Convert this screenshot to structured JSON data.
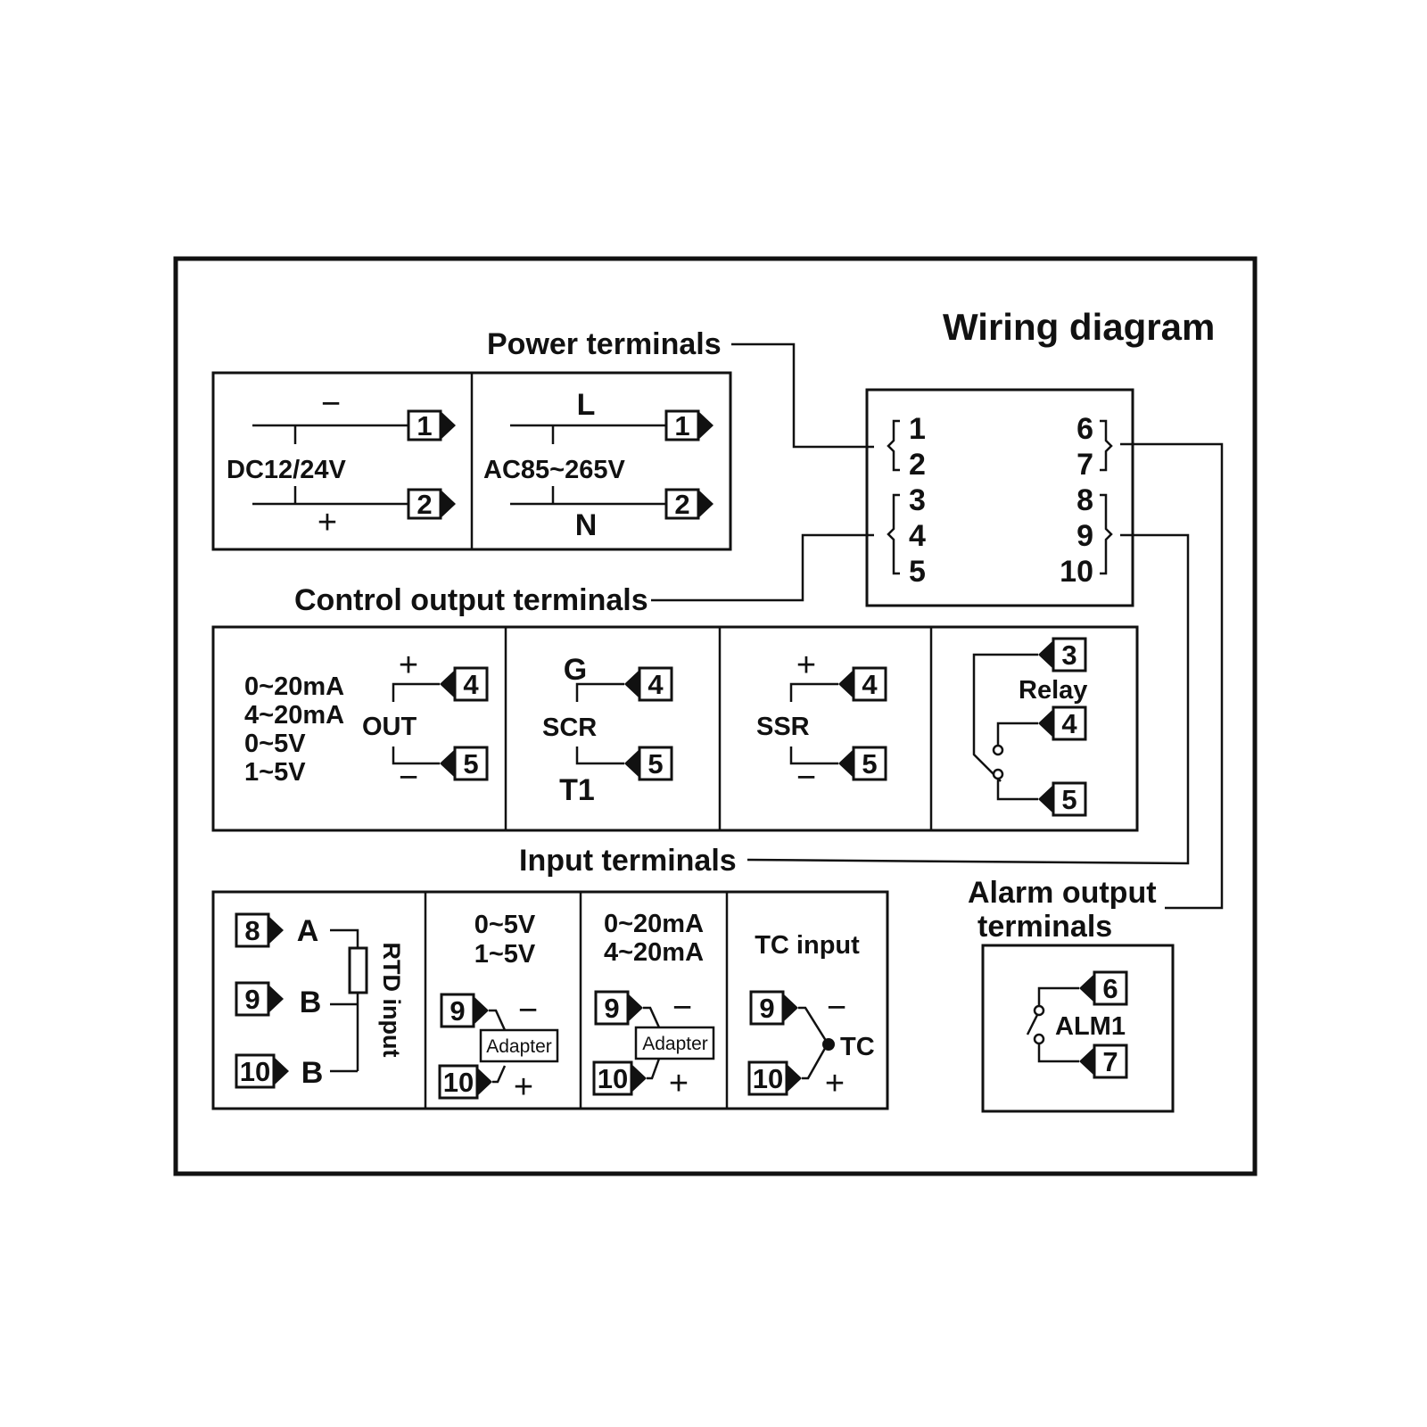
{
  "title": "Wiring diagram",
  "sections": {
    "power": "Power terminals",
    "control": "Control output terminals",
    "input": "Input terminals",
    "alarm_line1": "Alarm output",
    "alarm_line2": "terminals"
  },
  "terminal_block": {
    "left": [
      "1",
      "2",
      "3",
      "4",
      "5"
    ],
    "right": [
      "6",
      "7",
      "8",
      "9",
      "10"
    ]
  },
  "power_dc": {
    "minus": "−",
    "plus": "+",
    "label": "DC12/24V",
    "t1": "1",
    "t2": "2"
  },
  "power_ac": {
    "top": "L",
    "bottom": "N",
    "label": "AC85~265V",
    "t1": "1",
    "t2": "2"
  },
  "control_analog": {
    "ranges": [
      "0~20mA",
      "4~20mA",
      "0~5V",
      "1~5V"
    ],
    "out": "OUT",
    "plus": "+",
    "minus": "−",
    "t1": "4",
    "t2": "5"
  },
  "control_scr": {
    "g": "G",
    "label": "SCR",
    "t1_label": "T1",
    "t1": "4",
    "t2": "5"
  },
  "control_ssr": {
    "plus": "+",
    "label": "SSR",
    "minus": "−",
    "t1": "4",
    "t2": "5"
  },
  "control_relay": {
    "label": "Relay",
    "t1": "3",
    "t2": "4",
    "t3": "5"
  },
  "input_rtd": {
    "t1": "8",
    "t2": "9",
    "t3": "10",
    "a": "A",
    "b1": "B",
    "b2": "B",
    "label": "RTD input"
  },
  "input_voltage": {
    "ranges": [
      "0~5V",
      "1~5V"
    ],
    "t1": "9",
    "t2": "10",
    "minus": "−",
    "plus": "+",
    "adapter": "Adapter"
  },
  "input_current": {
    "ranges": [
      "0~20mA",
      "4~20mA"
    ],
    "t1": "9",
    "t2": "10",
    "minus": "−",
    "plus": "+",
    "adapter": "Adapter"
  },
  "input_tc": {
    "label": "TC input",
    "t1": "9",
    "t2": "10",
    "minus": "−",
    "plus": "+",
    "tc": "TC"
  },
  "alarm": {
    "label": "ALM1",
    "t1": "6",
    "t2": "7"
  }
}
